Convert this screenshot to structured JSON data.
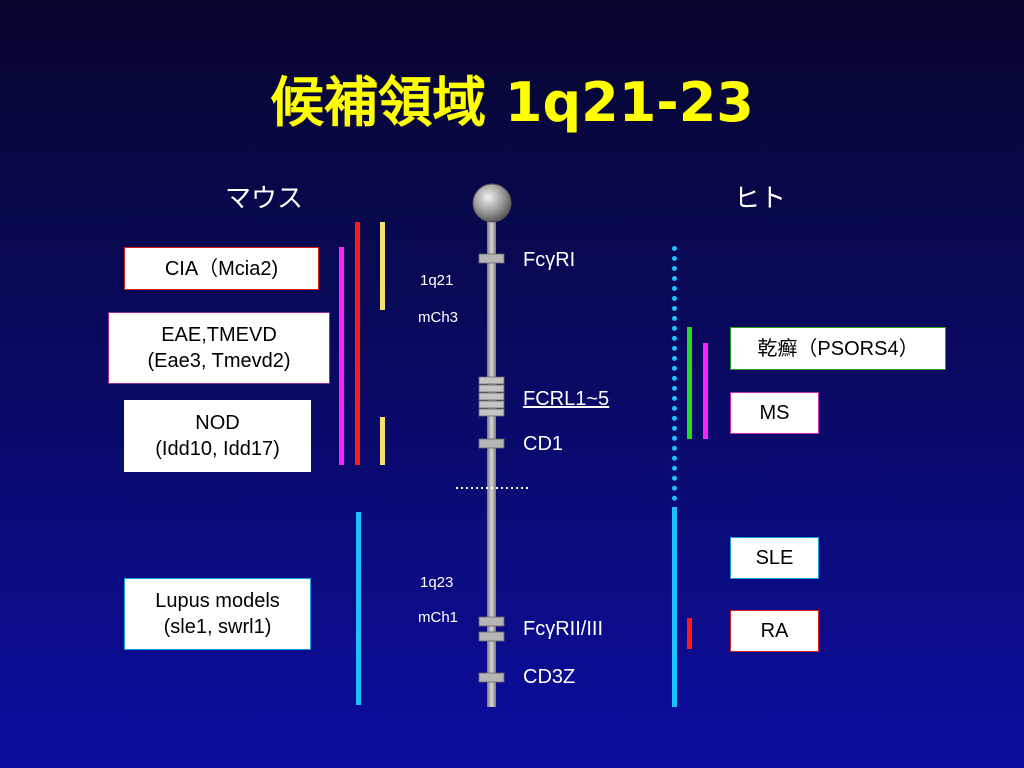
{
  "title": "候補領域 1q21-23",
  "headings": {
    "mouse": "マウス",
    "human": "ヒト"
  },
  "mouse_models": [
    {
      "lines": [
        "CIA（Mcia2)"
      ],
      "border_color": "#d42020"
    },
    {
      "lines": [
        "EAE,TMEVD",
        "(Eae3, Tmevd2)"
      ],
      "border_color": "#9b2a9b"
    },
    {
      "lines": [
        "NOD",
        "(Idd10, Idd17)"
      ],
      "border_color": "#ffffff"
    },
    {
      "lines": [
        "Lupus models",
        "(sle1, swrl1)"
      ],
      "border_color": "#1e9be0"
    }
  ],
  "human_diseases": [
    {
      "label": "乾癬（PSORS4）",
      "border_color": "#22a022"
    },
    {
      "label": "MS",
      "border_color": "#c030c0"
    },
    {
      "label": "SLE",
      "border_color": "#1e9be0"
    },
    {
      "label": "RA",
      "border_color": "#d42020"
    }
  ],
  "chromosome": {
    "region_labels": [
      {
        "band": "1q21",
        "species": "mCh3"
      },
      {
        "band": "1q23",
        "species": "mCh1"
      }
    ],
    "genes": [
      {
        "label": "FcγRI",
        "underlined": false
      },
      {
        "label": "FCRL1~5",
        "underlined": true
      },
      {
        "label": "CD1",
        "underlined": false
      },
      {
        "label": "FcγRII/III",
        "underlined": false
      },
      {
        "label": "CD3Z",
        "underlined": false
      }
    ]
  },
  "colors": {
    "title": "#ffff00",
    "red": "#ff1a1a",
    "yellow": "#f5e070",
    "magenta": "#ff22ff",
    "cyan": "#1ec0ff",
    "green": "#22dd22"
  }
}
